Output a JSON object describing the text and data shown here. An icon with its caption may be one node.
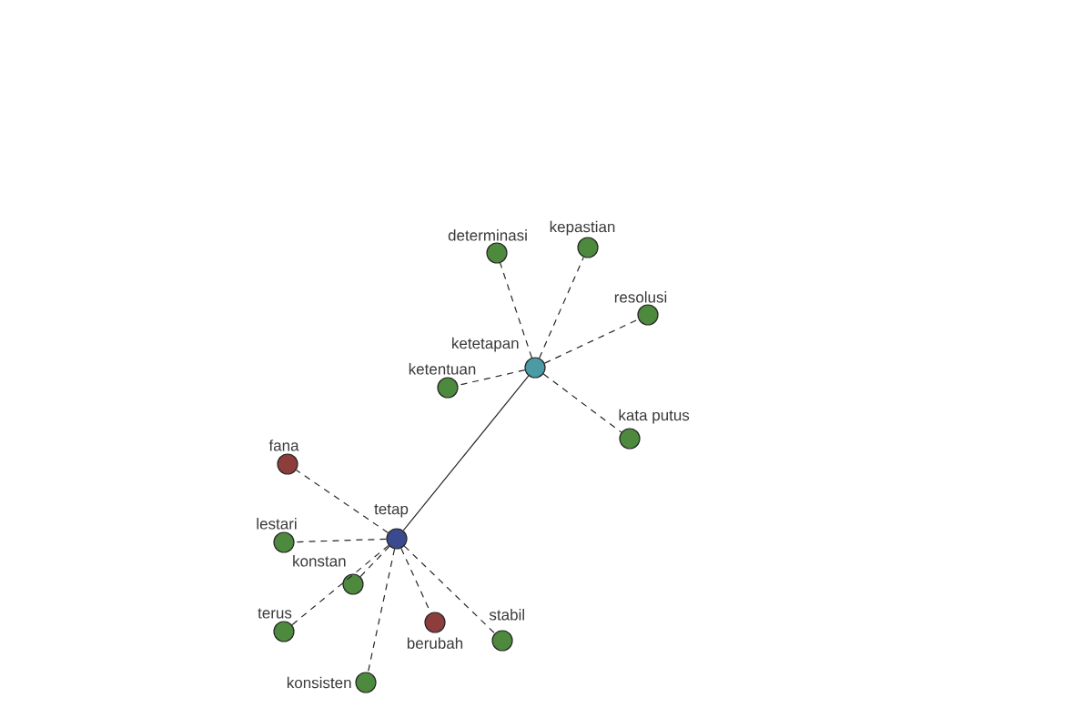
{
  "diagram": {
    "nodes": [
      {
        "text": [
          "determinasi"
        ]
      },
      {
        "text": [
          "kepastian"
        ]
      },
      {
        "text": [
          "resolusi"
        ]
      },
      {
        "text": [
          "ketetapan"
        ]
      },
      {
        "text": [
          "ketentuan"
        ]
      },
      {
        "text": [
          "kata putus"
        ]
      },
      {
        "text": [
          "fana"
        ]
      },
      {
        "text": [
          "lestari"
        ]
      },
      {
        "text": [
          "tetap"
        ]
      },
      {
        "text": [
          "konstan"
        ]
      },
      {
        "text": [
          "terus"
        ]
      },
      {
        "text": [
          "berubah"
        ]
      },
      {
        "text": [
          "stabil"
        ]
      },
      {
        "text": [
          "konsisten"
        ]
      }
    ],
    "edges": [
      {
        "from": 3,
        "to": 0,
        "arrow": "none",
        "style": "dashed"
      },
      {
        "from": 3,
        "to": 1,
        "arrow": "none",
        "style": "dashed"
      },
      {
        "from": 3,
        "to": 2,
        "arrow": "none",
        "style": "dashed"
      },
      {
        "from": 3,
        "to": 4,
        "arrow": "none",
        "style": "dashed"
      },
      {
        "from": 3,
        "to": 5,
        "arrow": "none",
        "style": "dashed"
      },
      {
        "from": 8,
        "to": 3,
        "arrow": "none"
      },
      {
        "from": 8,
        "to": 6,
        "arrow": "none",
        "style": "dashed"
      },
      {
        "from": 8,
        "to": 7,
        "arrow": "none",
        "style": "dashed"
      },
      {
        "from": 8,
        "to": 9,
        "arrow": "none",
        "style": "dashed"
      },
      {
        "from": 8,
        "to": 10,
        "arrow": "none",
        "style": "dashed"
      },
      {
        "from": 8,
        "to": 11,
        "arrow": "none",
        "style": "dashed"
      },
      {
        "from": 8,
        "to": 12,
        "arrow": "none",
        "style": "dashed"
      },
      {
        "from": 8,
        "to": 13,
        "arrow": "none",
        "style": "dashed"
      }
    ]
  }
}
